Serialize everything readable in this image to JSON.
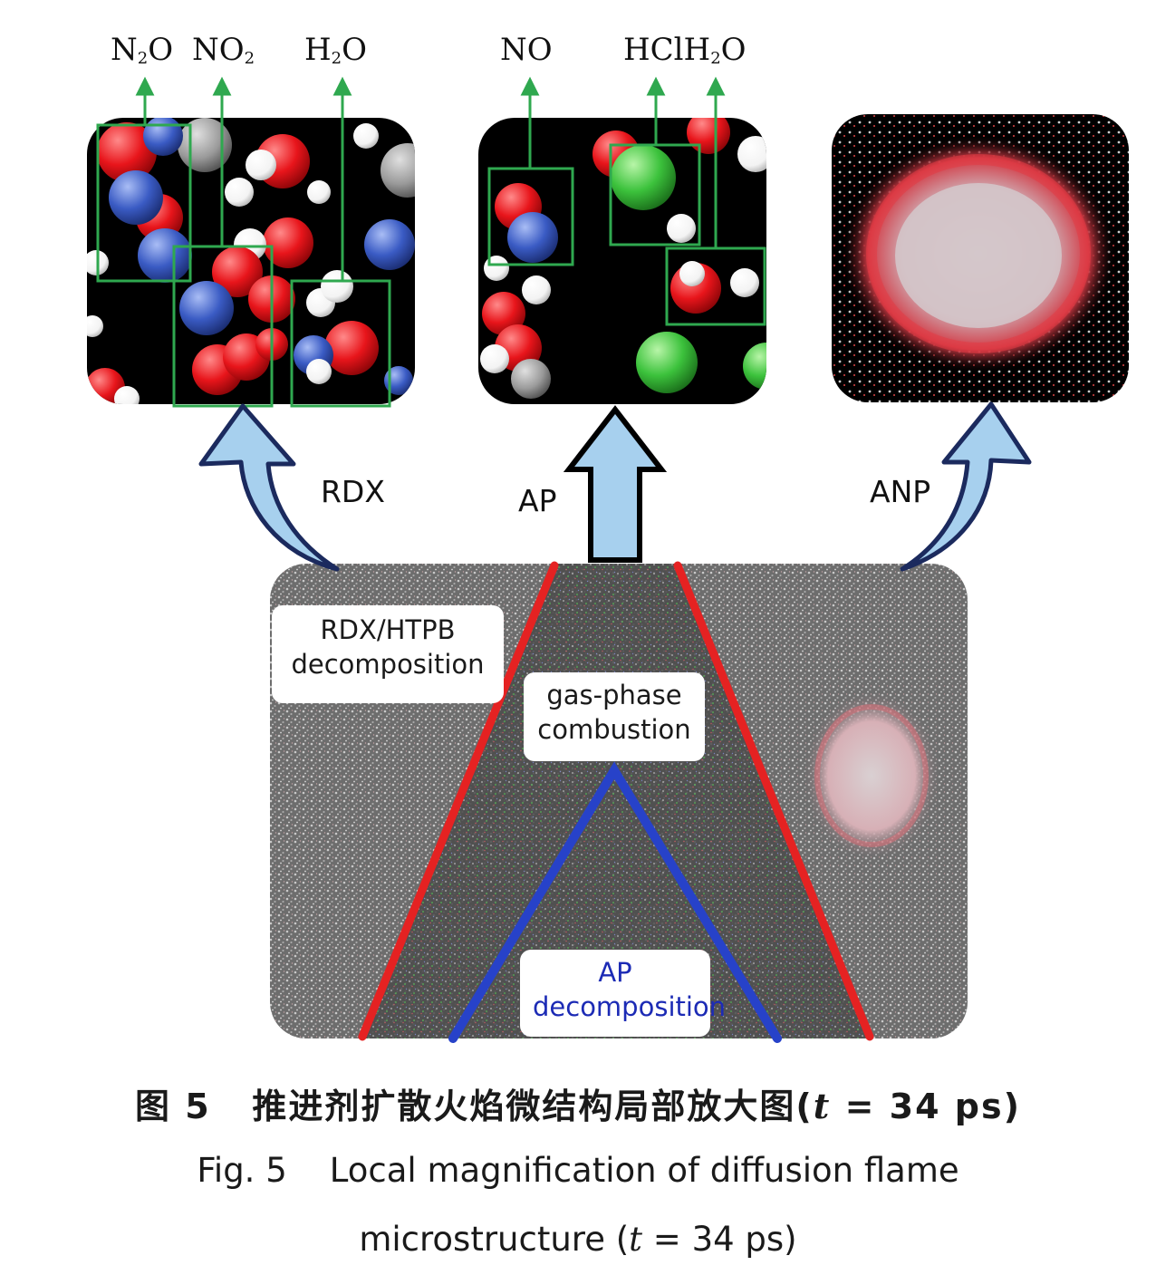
{
  "top_labels": {
    "rdx": [
      {
        "base": "N",
        "sub": "2",
        "tail": "O"
      },
      {
        "base": "NO",
        "sub": "2",
        "tail": ""
      },
      {
        "base": "H",
        "sub": "2",
        "tail": "O"
      }
    ],
    "ap_no": {
      "base": "NO",
      "sub": "",
      "tail": ""
    },
    "ap_products": {
      "base": "HClH",
      "sub": "2",
      "tail": "O"
    }
  },
  "arrow_labels": {
    "rdx": "RDX",
    "ap": "AP",
    "anp": "ANP"
  },
  "callouts": {
    "rdx_htpb": [
      "RDX/HTPB",
      "decomposition"
    ],
    "gas_phase": [
      "gas-phase",
      "combustion"
    ],
    "ap_decomp": [
      "AP",
      "decomposition"
    ]
  },
  "caption": {
    "cn_prefix": "图 5",
    "cn_text": "推进剂扩散火焰微结构局部放大图(",
    "t_symbol": "t",
    "cn_value": " = 34 ps)",
    "en_line1": "Fig. 5    Local magnification of diffusion flame",
    "en_line2_start": "microstructure (",
    "en_line2_t": "t",
    "en_line2_end": " = 34 ps)"
  },
  "colors": {
    "oxygen": "#e8151b",
    "nitrogen": "#3a5bc4",
    "hydrogen": "#ffffff",
    "carbon": "#9a9a9a",
    "chlorine": "#3cc23c",
    "box_green": "#2fa84f",
    "arrow_fill": "#a7d0ee",
    "flame_red": "#e52222",
    "flame_blue": "#2742c9",
    "panel_bg": "#000000"
  }
}
